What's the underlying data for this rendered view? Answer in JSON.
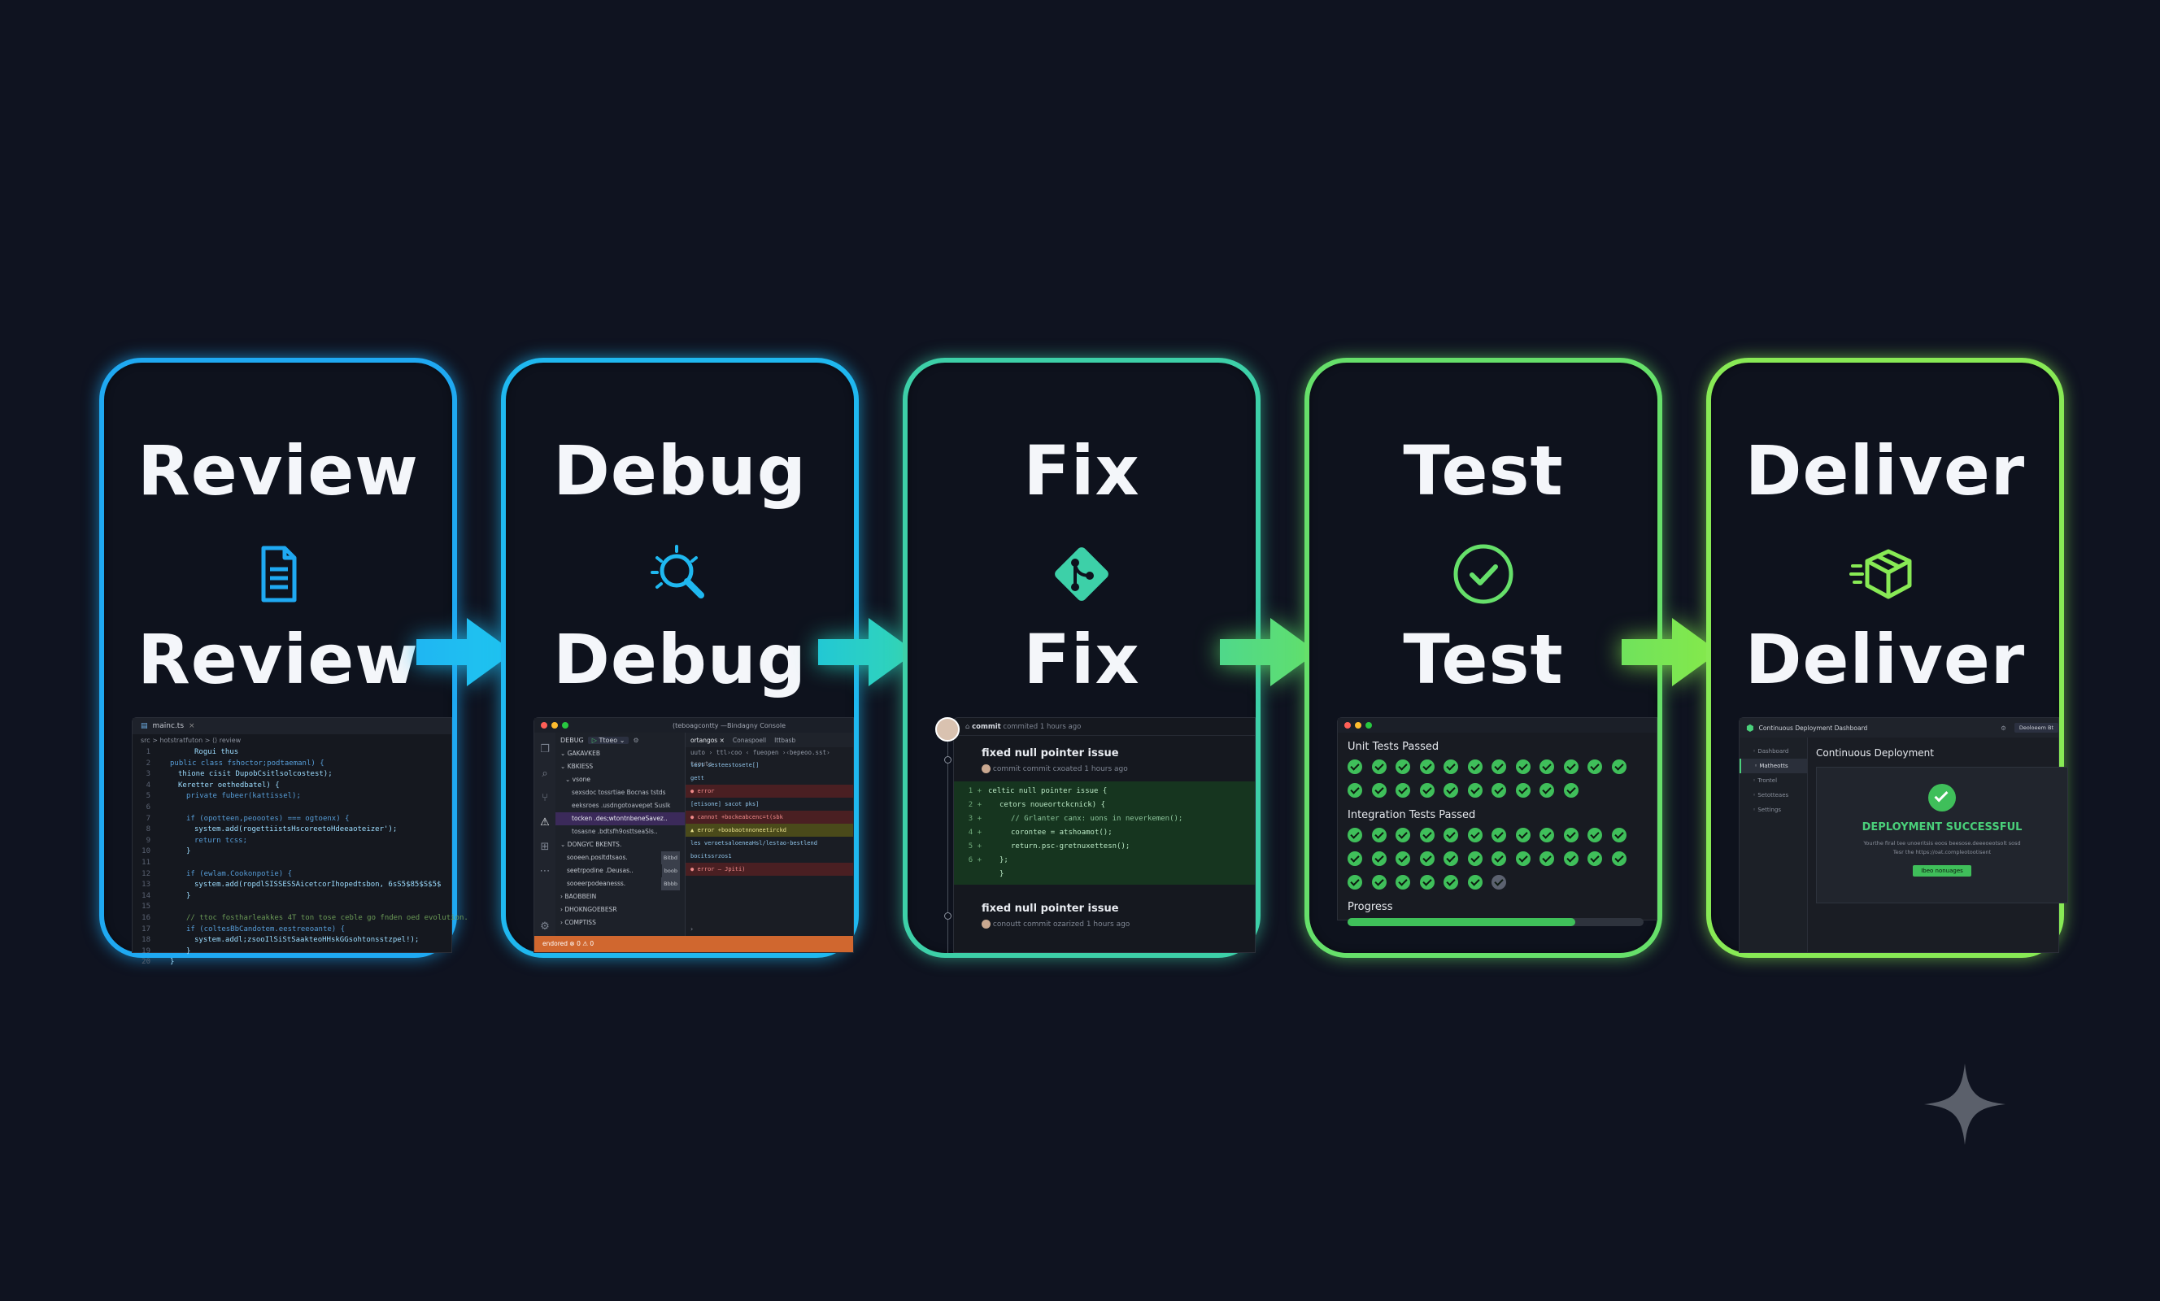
{
  "colors": {
    "background": "#0f1320",
    "review": "#1fa9f2",
    "debug": "#1fb8f0",
    "fix": "#3dd0a8",
    "test": "#66e06a",
    "deliver": "#88ea55"
  },
  "stages": [
    {
      "title": "Review",
      "label": "Review",
      "icon": "document-icon"
    },
    {
      "title": "Debug",
      "label": "Debug",
      "icon": "bug-search-icon"
    },
    {
      "title": "Fix",
      "label": "Fix",
      "icon": "git-branch-icon"
    },
    {
      "title": "Test",
      "label": "Test",
      "icon": "check-circle-icon"
    },
    {
      "title": "Deliver",
      "label": "Deliver",
      "icon": "delivery-box-icon"
    }
  ],
  "review_panel": {
    "tab": "mainc.ts",
    "breadcrumb": "src > hotstratfuton > ⟨⟩ review",
    "lines": [
      "Rogui thus",
      "public class fshoctor;podtaemanl) {",
      "thione cisit DupobCsitlsolcostest);",
      "Keretter oethedbatel) {",
      "private fubeer(kattissel);",
      "",
      "if (opotteen,peoootes) === ogtoenx) {",
      "system.add(rogettiistsHscoreetoHdeeaoteizer');",
      "return tcss;",
      "}",
      "",
      "if (ewlam.Cookonpotie) {",
      "system.add(ropdlSISSESSAicetcorIhopedtsbon, 6sS5$85$S$5$",
      "}",
      "",
      "// ttoc fostharleakkes 4T ton tose ceble go fnden oed evolution.",
      "if (coltesBbCandotem.eestreeoante) {",
      "system.addl;zsooIlSiStSaakteoHHskGGsohtonsstzpel!);",
      "}",
      "}"
    ]
  },
  "debug_panel": {
    "window_title": "(teboagcontty —Bindagny Console",
    "debug_label": "DEBUG",
    "run_label": "Ttoeo",
    "tabs": [
      "ortangos",
      "Conaspoell",
      "Ittbasb"
    ],
    "variables_header": "GAKAVKEB",
    "locals_header": "KBKIESS",
    "scope_header": "vsone",
    "variables": [
      "sexsdoc tossrtiae Bocnas tstds",
      "eeksroes .usdngotoavepet Suslk",
      "tocken .des;wtontnbeneSavez..",
      "tosasne .bdtsfh9osttseaSls.."
    ],
    "breakpoints_header": "DONGYC BKENTS.",
    "breakpoints": [
      {
        "text": "sooeen.posltdtsaos.",
        "badge": "Bitbd"
      },
      {
        "text": "seetrpodine .Deusas..",
        "badge": "boob"
      },
      {
        "text": "sooeerpodeanesss.",
        "badge": "Bbbb"
      }
    ],
    "footer_headers": [
      "BAOBBEIN",
      "DHOKNGOEBESR",
      "COMPTISS"
    ],
    "console": [
      {
        "text": "test sesteestosete[]",
        "kind": "plain"
      },
      {
        "text": "gett",
        "kind": "plain"
      },
      {
        "text": "error",
        "kind": "error"
      },
      {
        "text": "[etisone] sacot pks]",
        "kind": "plain"
      },
      {
        "text": "cannot +bockeabcenc=t(sbk",
        "kind": "error"
      },
      {
        "text": "error +boobaotnnoneetirckd",
        "kind": "warn"
      },
      {
        "text": "les veroetsaloeneaHsl/lestao-bestlend",
        "kind": "plain"
      },
      {
        "text": "bocitssrzos1",
        "kind": "plain"
      },
      {
        "text": "error – Jpiti)",
        "kind": "error"
      }
    ],
    "status": "endored  ⊗ 0  ⚠ 0"
  },
  "fix_panel": {
    "header_prefix": "commit",
    "header_suffix": "commited 1 hours ago",
    "commits": [
      {
        "title": "fixed null pointer issue",
        "meta": "commit commit cxoated 1 hours ago"
      },
      {
        "title": "fixed null pointer issue",
        "meta": "conoutt commit ozarized 1 hours ago"
      }
    ],
    "diff": [
      "celtic null pointer issue {",
      "cetors noueortckcnick) {",
      "// Grlanter canx: uons in neverkemen();",
      "corontee = atshoamot();",
      "return.psc-gretnuxettesn();",
      "};"
    ],
    "diff_close": "}"
  },
  "test_panel": {
    "unit_label": "Unit Tests Passed",
    "unit_passed": 22,
    "integration_label": "Integration Tests Passed",
    "integration_passed": 30,
    "integration_pending": 1,
    "progress_label": "Progress",
    "progress": 0.77
  },
  "deliver_panel": {
    "title": "Continuous Deployment Dashboard",
    "top_button": "Deoloeem Bt",
    "nav": [
      "Dashboard",
      "Matheotts",
      "Trontel",
      "Setotteaes",
      "Settings"
    ],
    "card_header": "Continuous Deployment",
    "status": "DEPLOYMENT SUCCESSFUL",
    "desc1": "Yourthe firal tee unoeritsis eoos beesose.deeeoeotsolt sosd",
    "desc2": "Tesr the https://oat.compleotootisent",
    "button": "Ibeo nonuages"
  }
}
